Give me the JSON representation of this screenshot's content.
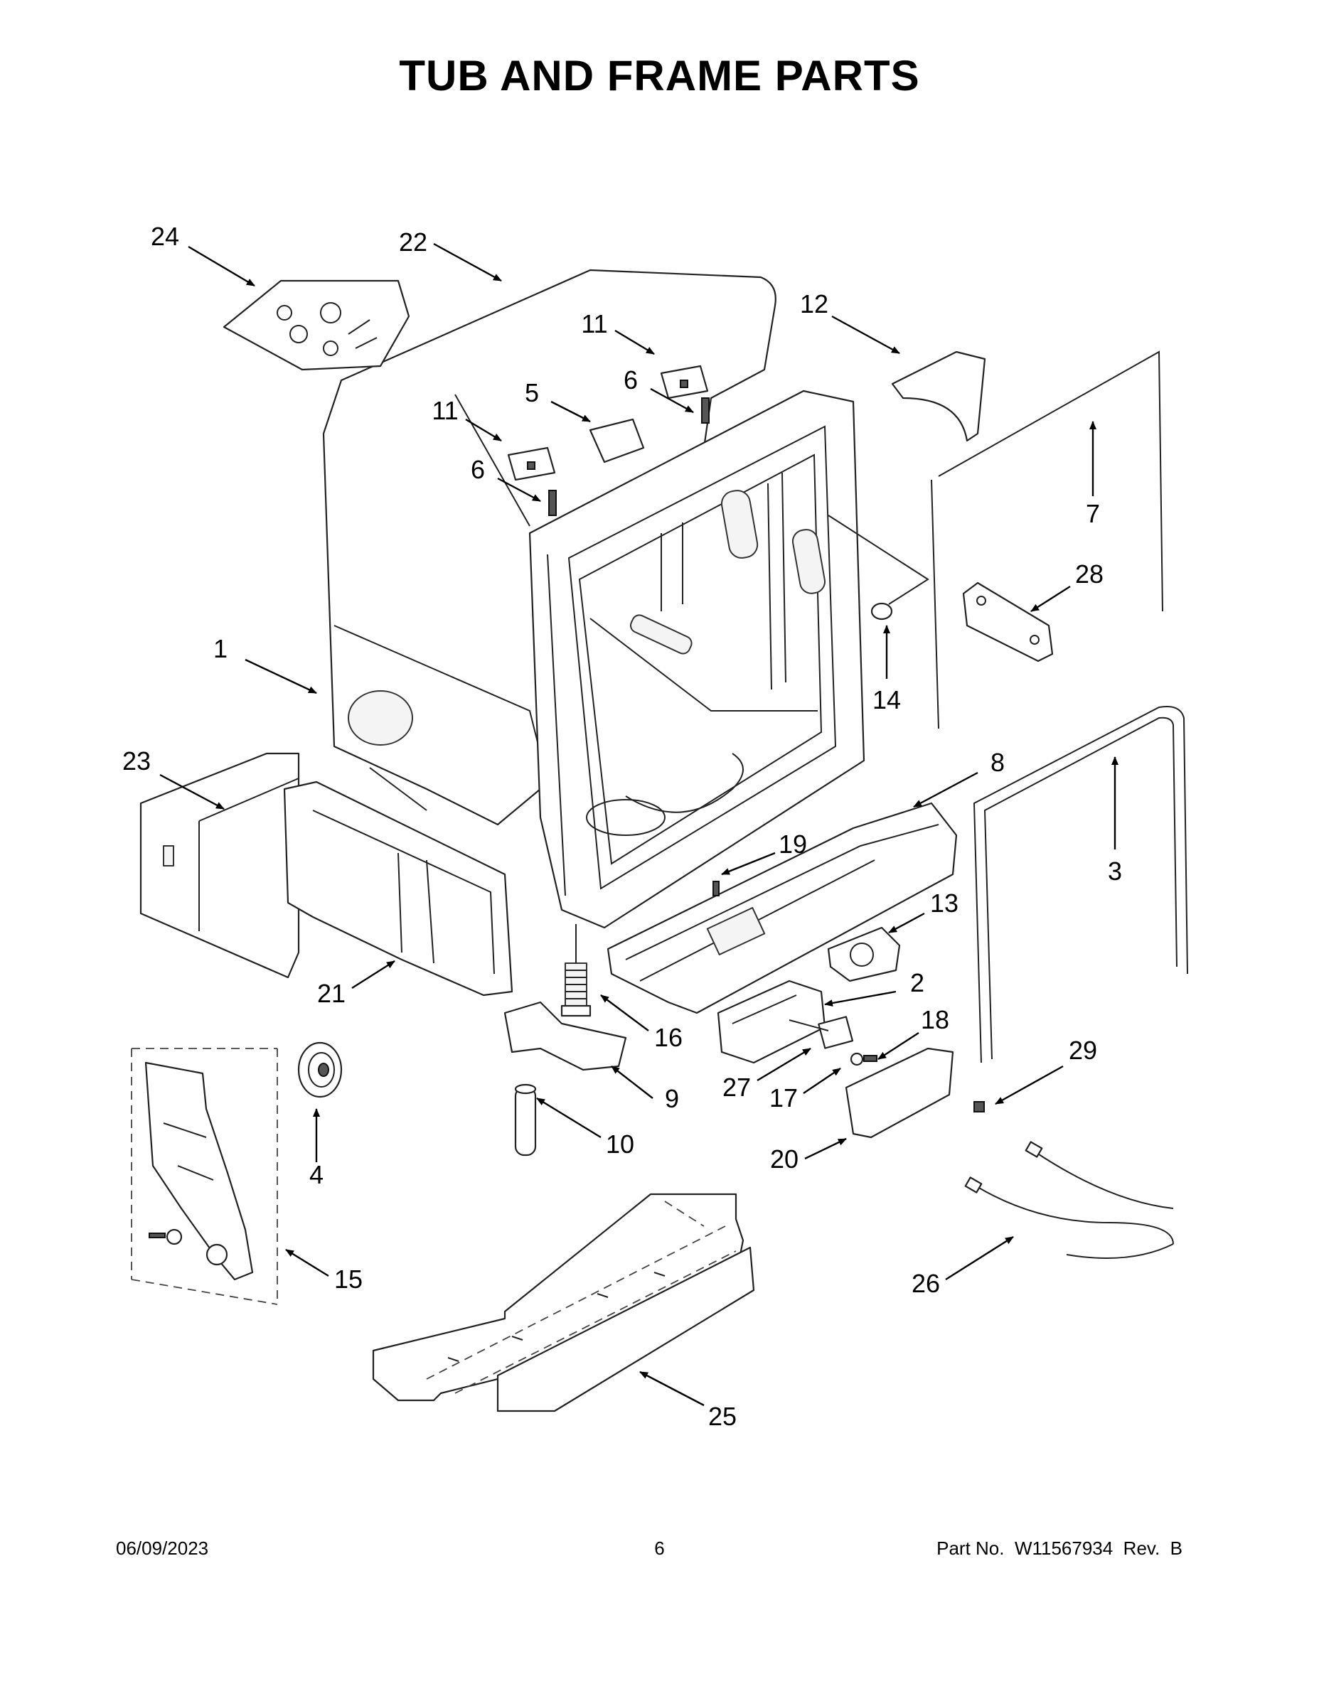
{
  "title": "TUB AND FRAME PARTS",
  "callouts": [
    "1",
    "2",
    "3",
    "4",
    "5",
    "6",
    "6",
    "7",
    "8",
    "9",
    "10",
    "11",
    "11",
    "12",
    "13",
    "14",
    "15",
    "16",
    "17",
    "18",
    "19",
    "20",
    "21",
    "22",
    "23",
    "24",
    "25",
    "26",
    "27",
    "28",
    "29"
  ],
  "footer": {
    "date": "06/09/2023",
    "page_number": "6",
    "part_number": "Part No.  W11567934  Rev.  B"
  }
}
